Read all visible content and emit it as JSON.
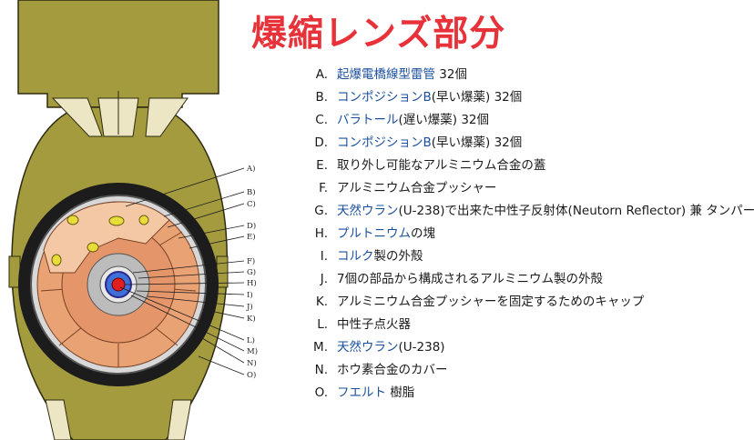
{
  "title": "爆縮レンズ部分",
  "colors": {
    "title": "#e8323a",
    "link": "#1a4f9c",
    "bomb_body": "#a39b3e",
    "bomb_light": "#ede6c4",
    "lens_fast": "#f2c49a",
    "lens_slow": "#d98a5c",
    "core": "#e02020",
    "tamper_ring": "#3a3acc"
  },
  "diagram_labels": [
    "A)",
    "B)",
    "C)",
    "D)",
    "E)",
    "F)",
    "G)",
    "H)",
    "I)",
    "J)",
    "K)",
    "L)",
    "M)",
    "N)",
    "O)"
  ],
  "legend": [
    {
      "letter": "A.",
      "link": "起爆電橋線型雷管",
      "rest": " 32個"
    },
    {
      "letter": "B.",
      "link": "コンポジションB",
      "rest": "(早い爆薬) 32個"
    },
    {
      "letter": "C.",
      "link": "バラトール",
      "rest": "(遅い爆薬) 32個"
    },
    {
      "letter": "D.",
      "link": "コンポジションB",
      "rest": "(早い爆薬) 32個"
    },
    {
      "letter": "E.",
      "link": "",
      "rest": "取り外し可能なアルミニウム合金の蓋"
    },
    {
      "letter": "F.",
      "link": "",
      "rest": "アルミニウム合金プッシャー"
    },
    {
      "letter": "G.",
      "link": "天然ウラン",
      "rest": "(U-238)で出来た中性子反射体(Neutorn Reflector) 兼 タンパー"
    },
    {
      "letter": "H.",
      "link": "プルトニウム",
      "rest": "の塊"
    },
    {
      "letter": "I.",
      "link": "コルク",
      "rest": "製の外殻"
    },
    {
      "letter": "J.",
      "link": "",
      "rest": "7個の部品から構成されるアルミニウム製の外殻"
    },
    {
      "letter": "K.",
      "link": "",
      "rest": "アルミニウム合金プッシャーを固定するためのキャップ"
    },
    {
      "letter": "L.",
      "link": "",
      "rest": "中性子点火器"
    },
    {
      "letter": "M.",
      "link": "天然ウラン",
      "rest": "(U-238)"
    },
    {
      "letter": "N.",
      "link": "",
      "rest": "ホウ素合金のカバー"
    },
    {
      "letter": "O.",
      "link": "フエルト",
      "rest": " 樹脂"
    }
  ]
}
